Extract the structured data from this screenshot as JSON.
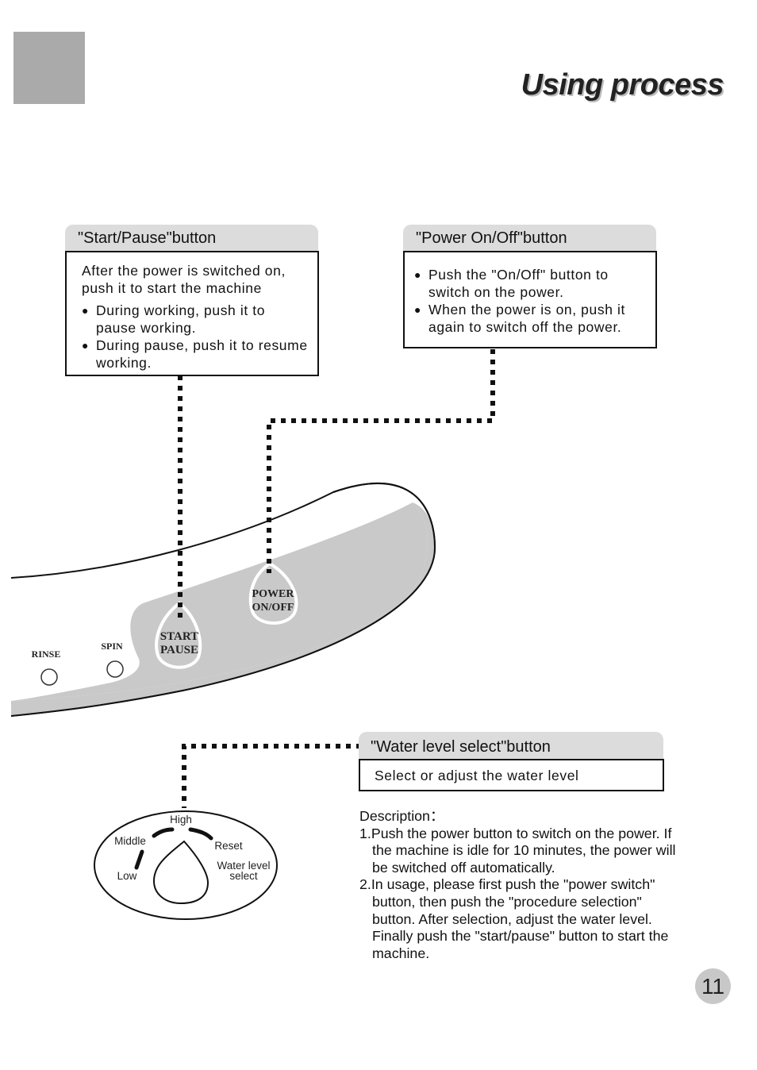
{
  "header": {
    "title": "Using process"
  },
  "start_pause": {
    "tab": "\"Start/Pause\"button",
    "intro": "After the power is switched on, push it to start the machine",
    "bullets": [
      "During working, push it to pause working.",
      "During pause, push it to resume working."
    ]
  },
  "power": {
    "tab": "\"Power On/Off\"button",
    "bullets": [
      "Push the \"On/Off\" button to switch on the power.",
      "When the power is on, push it again to switch off the power."
    ]
  },
  "panel": {
    "rinse": "RINSE",
    "spin": "SPIN",
    "start_line1": "START",
    "start_line2": "PAUSE",
    "power_line1": "POWER",
    "power_line2": "ON/OFF"
  },
  "water_level": {
    "tab": "\"Water level select\"button",
    "text": "Select or adjust the water level",
    "dial": {
      "high": "High",
      "middle": "Middle",
      "low": "Low",
      "reset": "Reset",
      "label_line1": "Water level",
      "label_line2": "select"
    }
  },
  "description": {
    "heading": "Description：",
    "items": [
      "1.Push the power button to switch on the power. If the machine is idle for 10 minutes, the power will be switched off automatically.",
      "2.In usage, please first push the \"power switch\" button, then push the \"procedure selection\" button. After selection, adjust the water level. Finally push the \"start/pause\" button to start the machine."
    ]
  },
  "page_number": "11"
}
